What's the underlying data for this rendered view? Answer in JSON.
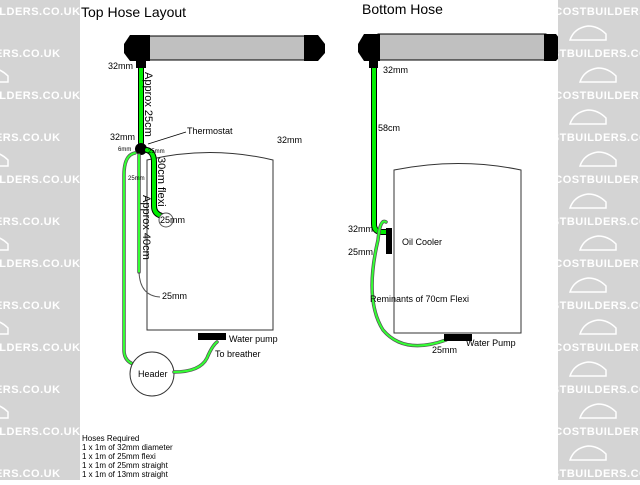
{
  "watermark": {
    "brand_text": "LOCOSTBUILDERS.CO.UK"
  },
  "titles": {
    "top": "Top Hose Layout",
    "bottom": "Bottom Hose"
  },
  "top_layout": {
    "label_32mm_radiator": "32mm",
    "label_approx_25cm": "Approx 25cm",
    "label_32mm_thermostat": "32mm",
    "label_thermostat": "Thermostat",
    "label_32mm_right": "32mm",
    "label_6mm": "6mm",
    "label_25mm_small": "25mm",
    "label_25mm_left": "25mm",
    "label_30cm_flexi": "30cm flexi",
    "label_approx_40cm": "Approx 40cm",
    "label_25mm_inlet": "25mm",
    "label_25mm_lower": "25mm",
    "label_water_pump": "Water pump",
    "label_to_breather": "To breather",
    "label_header": "Header"
  },
  "bottom_layout": {
    "label_32mm_radiator": "32mm",
    "label_58cm": "58cm",
    "label_32mm_cooler": "32mm",
    "label_oil_cooler": "Oil Cooler",
    "label_25mm_cooler": "25mm",
    "label_remnants": "Reminants of 70cm Flexi",
    "label_25mm_pump": "25mm",
    "label_water_pump": "Water Pump"
  },
  "notes": {
    "heading": "Hoses Required",
    "items": [
      "1 x 1m of 32mm diameter",
      "1 x 1m of 25mm flexi",
      "1 x 1m of 25mm straight",
      "1 x 1m of 13mm straight"
    ]
  },
  "colors": {
    "hose": "#00ee00",
    "radiator": "#c0c0c0",
    "watermark_bg": "#d4d4d4"
  }
}
